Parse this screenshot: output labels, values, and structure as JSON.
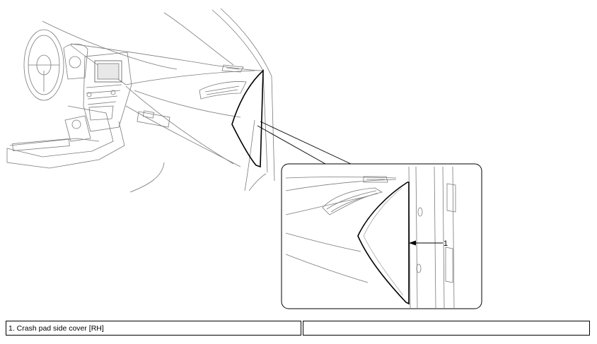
{
  "callout": {
    "number": "1"
  },
  "legend": {
    "rows": [
      {
        "left": "1. Crash pad side cover [RH]",
        "right": ""
      }
    ]
  },
  "icons": {
    "overview": "dashboard-overview-drawing",
    "detail": "detail-inset-drawing"
  }
}
